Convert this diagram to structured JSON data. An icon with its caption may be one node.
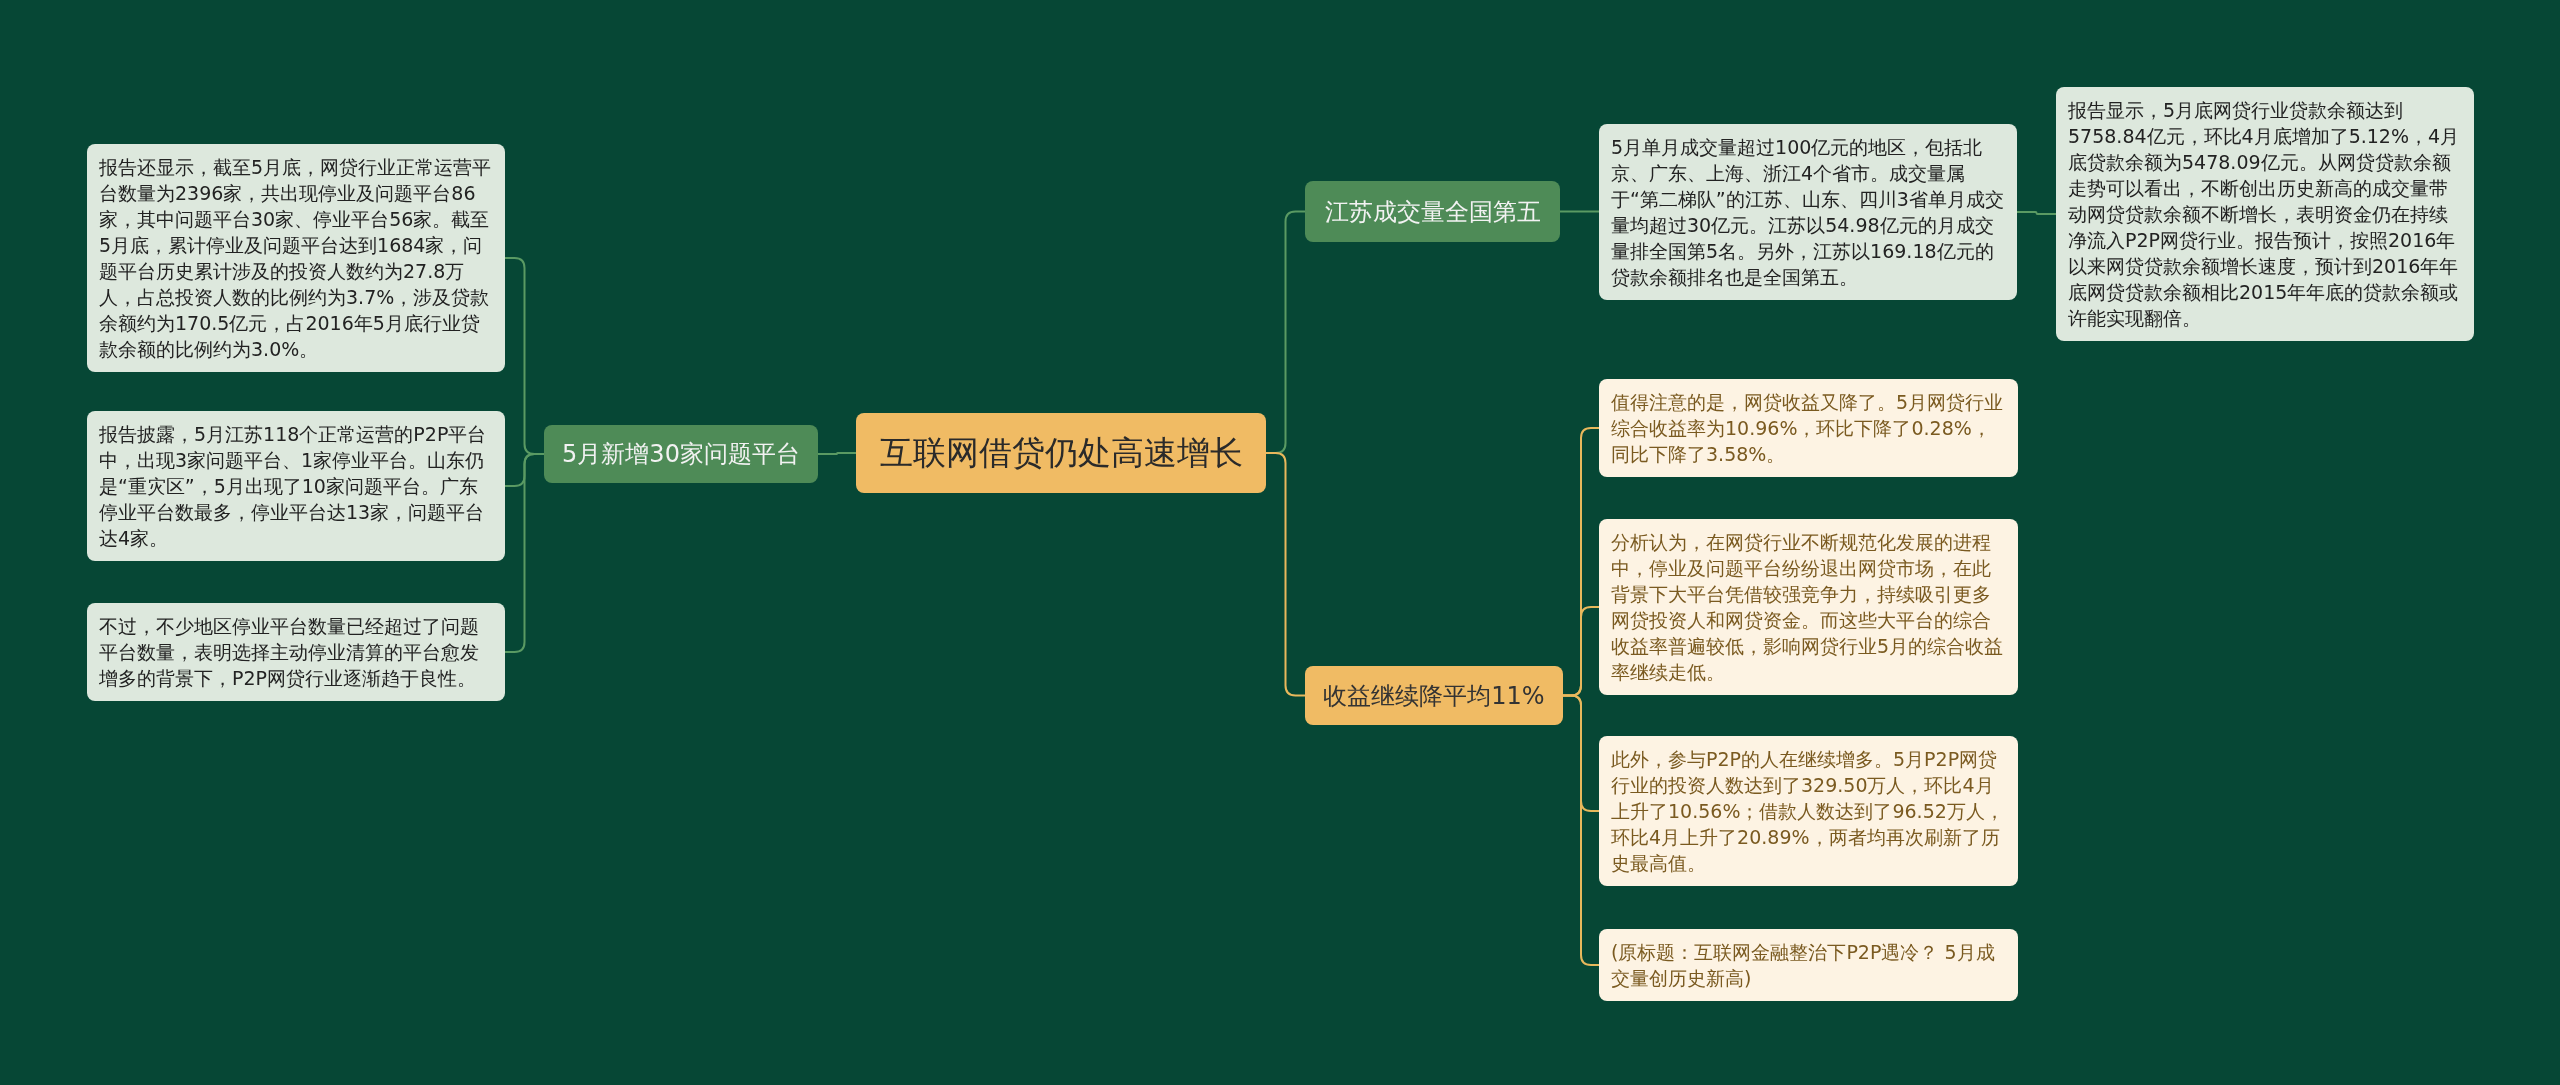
{
  "diagram": {
    "nodes": [
      {
        "text": [
          "互联网借贷仍处高速增长"
        ]
      },
      {
        "text": [
          "5月新增30家问题平台"
        ]
      },
      {
        "text": [
          "报告还显示，截至5月底，网贷行业正常运营平台数量为2396家，共出现停业及问题平台86家，其中问题平台30家、停业平台56家。截至5月底，累计停业及问题平台达到1684家，问题平台历史累计涉及的投资人数约为27.8万人，占总投资人数的比例约为3.7%，涉及贷款余额约为170.5亿元，占2016年5月底行业贷款余额的比例约为3.0%。"
        ]
      },
      {
        "text": [
          "报告披露，5月江苏118个正常运营的P2P平台中，出现3家问题平台、1家停业平台。山东仍是“重灾区”，5月出现了10家问题平台。广东停业平台数最多，停业平台达13家，问题平台达4家。"
        ]
      },
      {
        "text": [
          "不过，不少地区停业平台数量已经超过了问题平台数量，表明选择主动停业清算的平台愈发增多的背景下，P2P网贷行业逐渐趋于良性。"
        ]
      },
      {
        "text": [
          "江苏成交量全国第五"
        ]
      },
      {
        "text": [
          "5月单月成交量超过100亿元的地区，包括北京、广东、上海、浙江4个省市。成交量属于“第二梯队”的江苏、山东、四川3省单月成交量均超过30亿元。江苏以54.98亿元的月成交量排全国第5名。另外，江苏以169.18亿元的贷款余额排名也是全国第五。"
        ]
      },
      {
        "text": [
          "报告显示，5月底网贷行业贷款余额达到5758.84亿元，环比4月底增加了5.12%，4月底贷款余额为5478.09亿元。从网贷贷款余额走势可以看出，不断创出历史新高的成交量带动网贷贷款余额不断增长，表明资金仍在持续净流入P2P网贷行业。报告预计，按照2016年以来网贷贷款余额增长速度，预计到2016年年底网贷贷款余额相比2015年年底的贷款余额或许能实现翻倍。"
        ]
      },
      {
        "text": [
          "收益继续降平均11%"
        ]
      },
      {
        "text": [
          "值得注意的是，网贷收益又降了。5月网贷行业综合收益率为10.96%，环比下降了0.28%，同比下降了3.58%。"
        ]
      },
      {
        "text": [
          "分析认为，在网贷行业不断规范化发展的进程中，停业及问题平台纷纷退出网贷市场，在此背景下大平台凭借较强竞争力，持续吸引更多网贷投资人和网贷资金。而这些大平台的综合收益率普遍较低，影响网贷行业5月的综合收益率继续走低。"
        ]
      },
      {
        "text": [
          "此外，参与P2P的人在继续增多。5月P2P网贷行业的投资人数达到了329.50万人，环比4月上升了10.56%；借款人数达到了96.52万人，环比4月上升了20.89%，两者均再次刷新了历史最高值。"
        ]
      },
      {
        "text": [
          "(原标题：互联网金融整治下P2P遇冷？ 5月成交量创历史新高)"
        ]
      }
    ],
    "edges": [
      {
        "from": 0,
        "to": 1,
        "arrow": "none"
      },
      {
        "from": 1,
        "to": 2,
        "arrow": "none"
      },
      {
        "from": 1,
        "to": 3,
        "arrow": "none"
      },
      {
        "from": 1,
        "to": 4,
        "arrow": "none"
      },
      {
        "from": 0,
        "to": 5,
        "arrow": "none"
      },
      {
        "from": 5,
        "to": 6,
        "arrow": "none"
      },
      {
        "from": 6,
        "to": 7,
        "arrow": "none"
      },
      {
        "from": 0,
        "to": 8,
        "arrow": "none",
        "color": "#e8b85c"
      },
      {
        "from": 8,
        "to": 9,
        "arrow": "none",
        "color": "#e8b85c"
      },
      {
        "from": 8,
        "to": 10,
        "arrow": "none",
        "color": "#e8b85c"
      },
      {
        "from": 8,
        "to": 11,
        "arrow": "none",
        "color": "#e8b85c"
      },
      {
        "from": 8,
        "to": 12,
        "arrow": "none",
        "color": "#e8b85c"
      }
    ]
  }
}
